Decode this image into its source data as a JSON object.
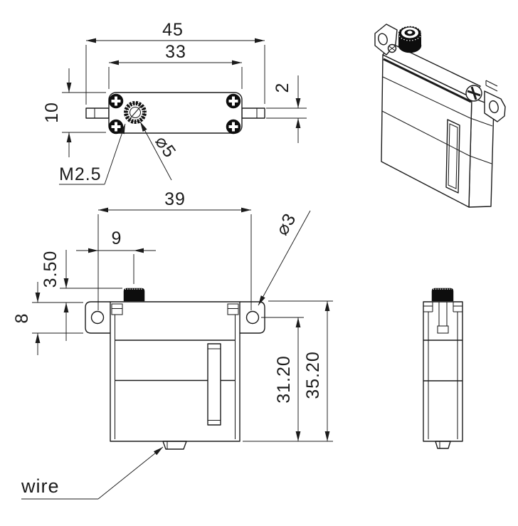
{
  "top_view": {
    "dim_overall_length": "45",
    "dim_body_length": "33",
    "dim_body_width": "10",
    "dim_tab_thickness": "2",
    "label_mount_screw_thread": "M2.5",
    "label_output_shaft_diameter": "⌀5"
  },
  "front_view": {
    "dim_mount_hole_spacing": "39",
    "dim_hole_to_shaft_center": "9",
    "dim_shaft_boss_height": "3.50",
    "dim_mount_tab_height": "8",
    "label_mount_hole_diameter": "⌀3",
    "dim_lower_body_height": "31.20",
    "dim_overall_height": "35.20",
    "label_wire": "wire"
  },
  "colors": {
    "line": "#1b1b1b",
    "dark_fill": "#0d0d0d",
    "background": "#ffffff"
  }
}
